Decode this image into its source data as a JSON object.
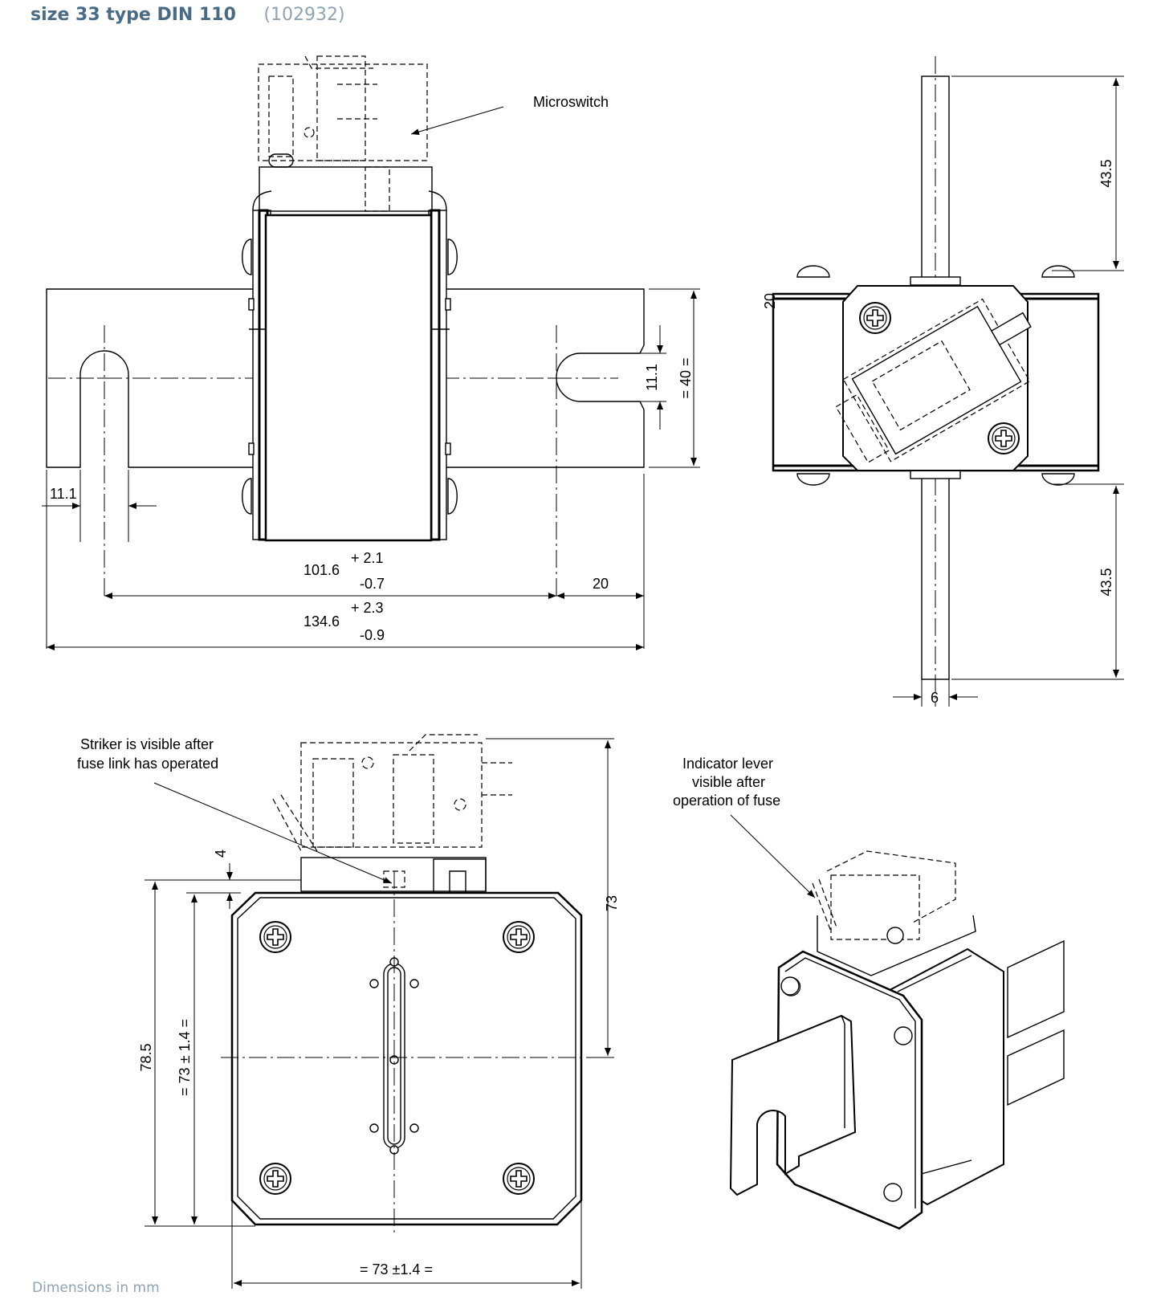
{
  "header": {
    "title": "size 33 type DIN 110",
    "code": "(102932)"
  },
  "colors": {
    "header_title": "#4a6b85",
    "header_code": "#8fa3b3",
    "footnote": "#8fa3b3",
    "line": "#000000"
  },
  "labels": {
    "microswitch": "Microswitch",
    "striker_1": "Striker is visible after",
    "striker_2": "fuse link has operated",
    "indicator_1": "Indicator lever",
    "indicator_2": "visible after",
    "indicator_3": "operation of fuse"
  },
  "dims": {
    "d_11_1_a": "11.1",
    "d_11_1_b": "11.1",
    "d_40": "= 40 =",
    "d_101_6": "101.6",
    "d_101_6_plus": "+ 2.1",
    "d_101_6_minus": "-0.7",
    "d_20": "20",
    "d_134_6": "134.6",
    "d_134_6_plus": "+ 2.3",
    "d_134_6_minus": "-0.9",
    "d_43_5_top": "43.5",
    "d_43_5_bottom": "43.5",
    "d_20_side": "20",
    "d_6": "6",
    "d_4": "4",
    "d_73_vert": "73",
    "d_78_5": "78.5",
    "d_73_tol_vert": "= 73 ± 1.4 =",
    "d_73_tol_horiz": "= 73 ±1.4 ="
  },
  "footnote": "Dimensions in mm"
}
